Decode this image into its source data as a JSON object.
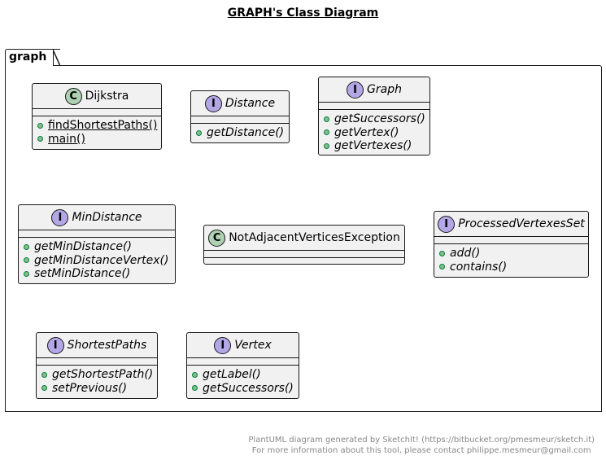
{
  "title": "GRAPH's Class Diagram",
  "package": {
    "name": "graph"
  },
  "classes": [
    {
      "name": "Dijkstra",
      "kind": "C",
      "methods": [
        "findShortestPaths()",
        "main()"
      ],
      "static": true
    },
    {
      "name": "Distance",
      "kind": "I",
      "methods": [
        "getDistance()"
      ]
    },
    {
      "name": "Graph",
      "kind": "I",
      "methods": [
        "getSuccessors()",
        "getVertex()",
        "getVertexes()"
      ]
    },
    {
      "name": "MinDistance",
      "kind": "I",
      "methods": [
        "getMinDistance()",
        "getMinDistanceVertex()",
        "setMinDistance()"
      ]
    },
    {
      "name": "NotAdjacentVerticesException",
      "kind": "C",
      "methods": []
    },
    {
      "name": "ProcessedVertexesSet",
      "kind": "I",
      "methods": [
        "add()",
        "contains()"
      ]
    },
    {
      "name": "ShortestPaths",
      "kind": "I",
      "methods": [
        "getShortestPath()",
        "setPrevious()"
      ]
    },
    {
      "name": "Vertex",
      "kind": "I",
      "methods": [
        "getLabel()",
        "getSuccessors()"
      ]
    }
  ],
  "footer": {
    "line1": "PlantUML diagram generated by SketchIt! (https://bitbucket.org/pmesmeur/sketch.it)",
    "line2": "For more information about this tool, please contact philippe.mesmeur@gmail.com"
  }
}
